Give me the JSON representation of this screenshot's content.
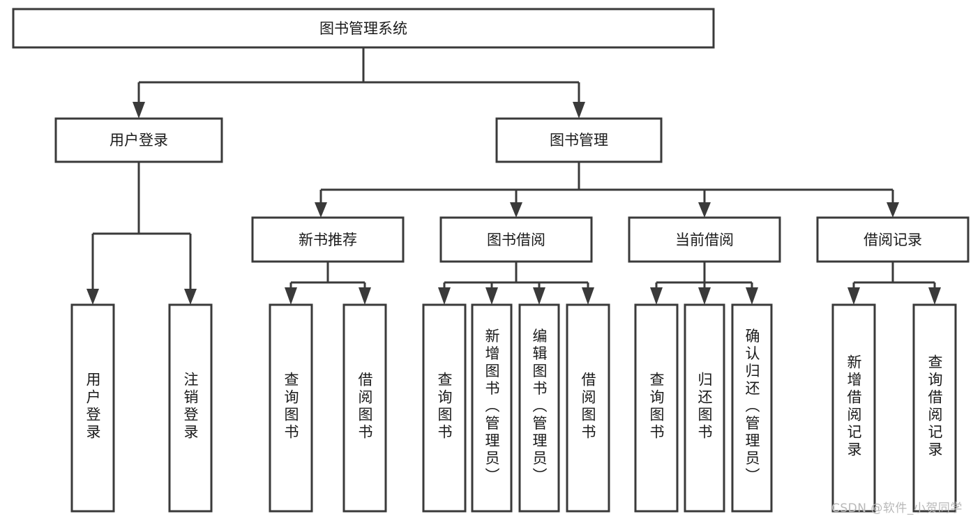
{
  "diagram": {
    "title": "图书管理系统",
    "type": "tree-hierarchy-diagram",
    "watermark": "CSDN @软件_小贺同学",
    "colors": {
      "stroke": "#3a3a3a",
      "fill": "#ffffff",
      "text": "#1a1a1a",
      "watermark": "#b9b9b9"
    },
    "root": {
      "label": "图书管理系统"
    },
    "level2": [
      {
        "label": "用户登录"
      },
      {
        "label": "图书管理"
      }
    ],
    "level3": [
      {
        "label": "新书推荐"
      },
      {
        "label": "图书借阅"
      },
      {
        "label": "当前借阅"
      },
      {
        "label": "借阅记录"
      }
    ],
    "leaves": {
      "user_login": [
        {
          "label": "用户登录"
        },
        {
          "label": "注销登录"
        }
      ],
      "new_book_recommend": [
        {
          "label": "查询图书"
        },
        {
          "label": "借阅图书"
        }
      ],
      "book_borrow": [
        {
          "label": "查询图书"
        },
        {
          "label": "新增图书（管理员）"
        },
        {
          "label": "编辑图书（管理员）"
        },
        {
          "label": "借阅图书"
        }
      ],
      "current_borrow": [
        {
          "label": "查询图书"
        },
        {
          "label": "归还图书"
        },
        {
          "label": "确认归还（管理员）"
        }
      ],
      "borrow_record": [
        {
          "label": "新增借阅记录"
        },
        {
          "label": "查询借阅记录"
        }
      ]
    }
  }
}
